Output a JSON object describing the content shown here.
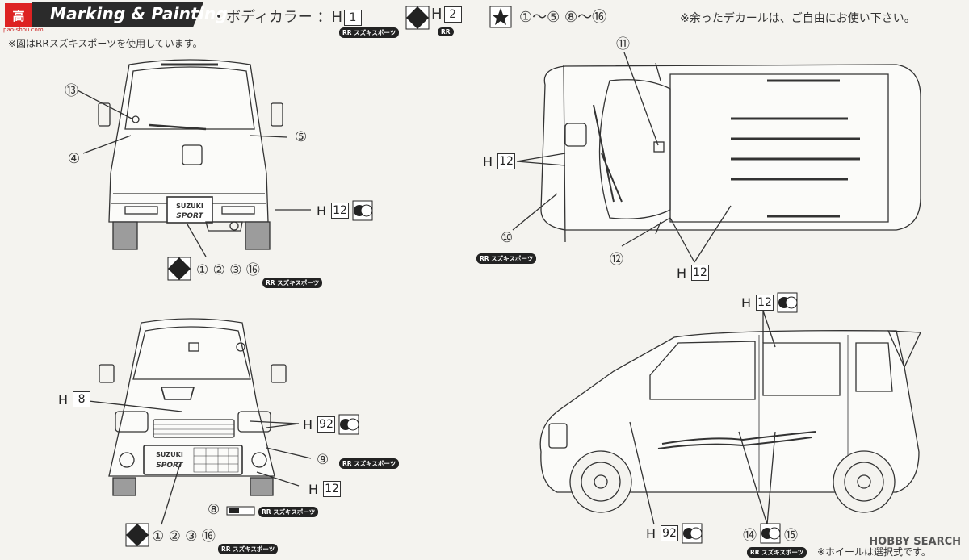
{
  "header": {
    "logo_text": "高",
    "logo_sub": "pao-shou.com",
    "title": "Marking & Painting",
    "body_color_label": "・ボディカラー ：H",
    "body_color_h1": "1",
    "body_color_h2_prefix": "H",
    "body_color_h2": "2",
    "tag_rr_sports": "RR スズキスポーツ",
    "tag_rr": "RR",
    "star_range": "①〜⑤ ⑧〜⑯",
    "free_note": "※余ったデカールは、ご自由にお使い下さい。",
    "model_note": "※図はRRスズキスポーツを使用しています。"
  },
  "rear_view": {
    "c13": "⑬",
    "c4": "④",
    "c5": "⑤",
    "h_prefix": "H",
    "h_value": "12",
    "numbers": "① ② ③ ⑯",
    "tag": "RR スズキスポーツ",
    "plate_text_1": "SUZUKI",
    "plate_text_2": "SPORT"
  },
  "top_view": {
    "c11": "⑪",
    "c10": "⑩",
    "c12": "⑫",
    "h_left_prefix": "H",
    "h_left_value": "12",
    "h_bottom_prefix": "H",
    "h_bottom_value": "12",
    "tag": "RR スズキスポーツ"
  },
  "front_view": {
    "h8_prefix": "H",
    "h8_value": "8",
    "h92_prefix": "H",
    "h92_value": "92",
    "c9": "⑨",
    "tag9": "RR スズキスポーツ",
    "h12_prefix": "H",
    "h12_value": "12",
    "c8": "⑧",
    "tag8": "RR スズキスポーツ",
    "numbers": "① ② ③ ⑯",
    "tag_bottom": "RR スズキスポーツ",
    "plate_text_1": "SUZUKI",
    "plate_text_2": "SPORT"
  },
  "side_view": {
    "h12_prefix": "H",
    "h12_value": "12",
    "h92_prefix": "H",
    "h92_value": "92",
    "c14": "⑭",
    "c15": "⑮",
    "tag": "RR スズキスポーツ",
    "wheel_note": "※ホイールは選択式です。",
    "watermark": "HOBBY SEARCH"
  }
}
